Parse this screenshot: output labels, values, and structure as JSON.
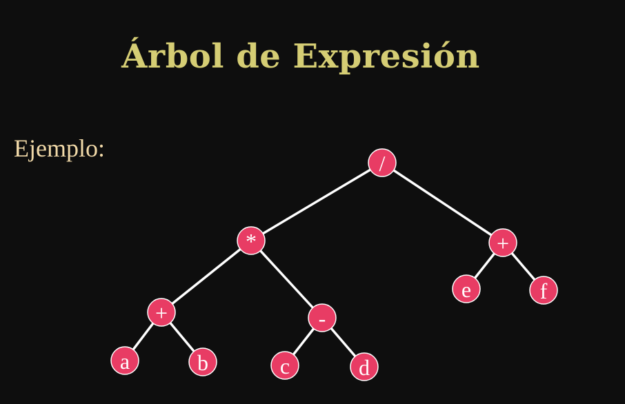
{
  "title": "Árbol de Expresión",
  "subtitle": "Ejemplo:",
  "colors": {
    "background": "#0e0e0e",
    "title": "#d5cd74",
    "subtitle": "#f1d9a8",
    "node_fill": "#e83c64",
    "node_text": "#ffffff",
    "edge": "#ffffff"
  },
  "tree": {
    "nodes": [
      {
        "id": "div",
        "label": "/"
      },
      {
        "id": "mul",
        "label": "*"
      },
      {
        "id": "plus_r",
        "label": "+"
      },
      {
        "id": "plus_l",
        "label": "+"
      },
      {
        "id": "minus",
        "label": "-"
      },
      {
        "id": "a",
        "label": "a"
      },
      {
        "id": "b",
        "label": "b"
      },
      {
        "id": "c",
        "label": "c"
      },
      {
        "id": "d",
        "label": "d"
      },
      {
        "id": "e",
        "label": "e"
      },
      {
        "id": "f",
        "label": "f"
      }
    ],
    "edges": [
      [
        "div",
        "mul"
      ],
      [
        "div",
        "plus_r"
      ],
      [
        "mul",
        "plus_l"
      ],
      [
        "mul",
        "minus"
      ],
      [
        "plus_l",
        "a"
      ],
      [
        "plus_l",
        "b"
      ],
      [
        "minus",
        "c"
      ],
      [
        "minus",
        "d"
      ],
      [
        "plus_r",
        "e"
      ],
      [
        "plus_r",
        "f"
      ]
    ]
  }
}
